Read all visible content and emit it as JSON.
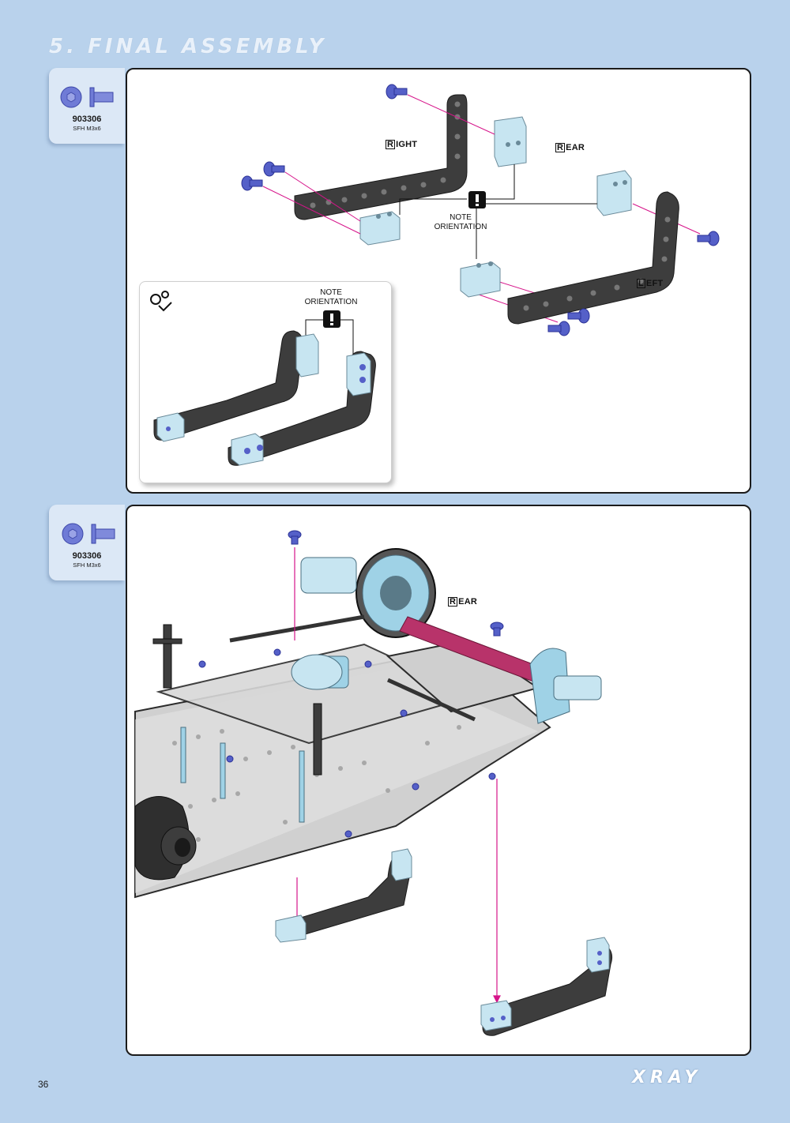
{
  "page": {
    "section_title": "5. FINAL ASSEMBLY",
    "page_number": "36",
    "brand": "XRAY"
  },
  "steps": [
    {
      "part": {
        "code": "903306",
        "desc": "SFH M3x6"
      },
      "labels": {
        "right": "RIGHT",
        "rear": "REAR",
        "left": "LEFT",
        "note_orientation": "NOTE\nORIENTATION",
        "inset_note": "NOTE\nORIENTATION"
      }
    },
    {
      "part": {
        "code": "903306",
        "desc": "SFH M3x6"
      },
      "labels": {
        "rear": "REAR"
      }
    }
  ],
  "colors": {
    "background": "#b9d2ec",
    "screw": "#5560c8",
    "arrow": "#d6148a",
    "carbon": "#3b3b3b",
    "alu": "#bfe0ee",
    "shaft": "#b8336a"
  }
}
